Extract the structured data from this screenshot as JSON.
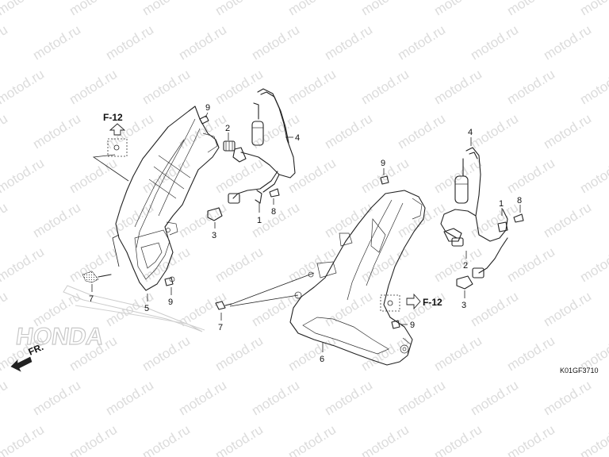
{
  "watermark": {
    "text": "motod.ru"
  },
  "diagram_code": "K01GF3710",
  "direction_label": "FR.",
  "brand_logo": "HONDA",
  "refs": {
    "left": "F-12",
    "right": "F-12"
  },
  "callouts": {
    "left_9_top": "9",
    "left_2": "2",
    "left_4": "4",
    "left_8": "8",
    "left_1": "1",
    "left_3": "3",
    "left_7": "7",
    "left_5": "5",
    "left_9_bottom": "9",
    "right_9_top": "9",
    "right_4": "4",
    "right_8": "8",
    "right_1": "1",
    "right_2": "2",
    "right_3": "3",
    "right_7": "7",
    "right_6": "6",
    "right_9_bottom": "9"
  }
}
